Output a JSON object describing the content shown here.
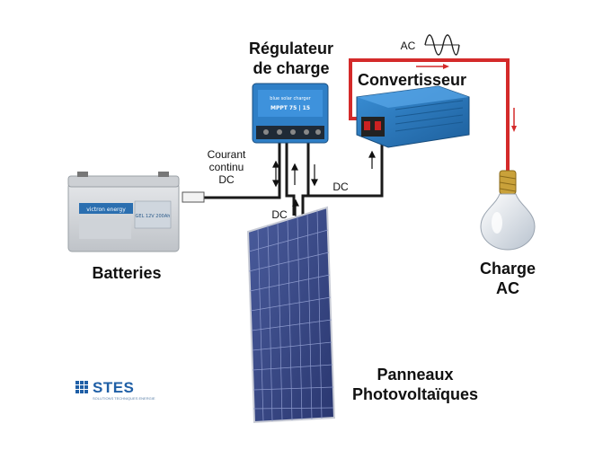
{
  "labels": {
    "regulateur_l1": "Régulateur",
    "regulateur_l2": "de charge",
    "convertisseur": "Convertisseur",
    "batteries": "Batteries",
    "charge_l1": "Charge",
    "charge_l2": "AC",
    "panneaux_l1": "Panneaux",
    "panneaux_l2": "Photovoltaïques",
    "courant_l1": "Courant",
    "courant_l2": "continu",
    "courant_l3": "DC",
    "dc_regulator_inverter": "DC",
    "dc_panel": "DC",
    "ac": "AC"
  },
  "device_text": {
    "regulator_brand": "blue solar charger",
    "regulator_model": "MPPT 75 | 15",
    "battery_brand": "victron energy",
    "battery_model": "GEL 12V 200Ah"
  },
  "logo": {
    "name": "STES",
    "tagline": "SOLUTIONS TECHNIQUES ENERGIE SOLAIRE"
  },
  "colors": {
    "ac_wire": "#d42a2a",
    "dc_wire": "#1a1a1a",
    "device_blue": "#2f7fc6",
    "panel_blue": "#3a4a86",
    "battery_gray": "#d7d9dc",
    "logo_blue": "#1f5fa6"
  }
}
